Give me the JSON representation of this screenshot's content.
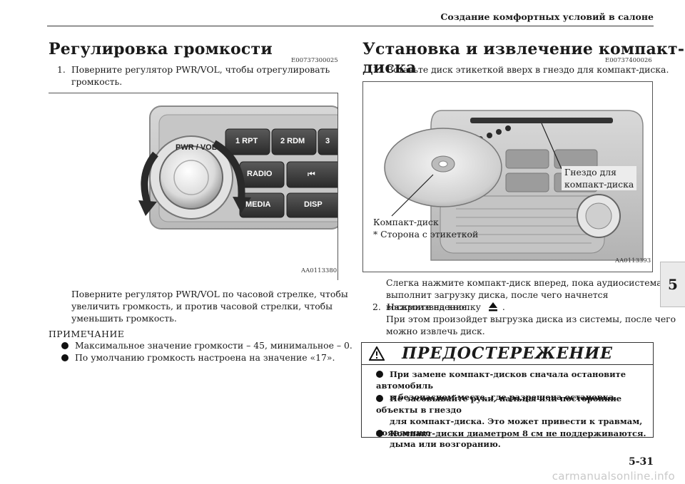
{
  "header": {
    "title": "Создание комфортных условий в салоне"
  },
  "left": {
    "heading": "Регулировка громкости",
    "code": "E00737300025",
    "step1_num": "1.",
    "step1_line1": "Поверните регулятор PWR/VOL, чтобы отрегулировать",
    "step1_line2": "громкость.",
    "figure": {
      "code": "AA0113380",
      "buttons": {
        "pwr_vol": "PWR / VOL",
        "rpt": "1 RPT",
        "rdm": "2 RDM",
        "three": "3",
        "radio": "RADIO",
        "media": "MEDIA",
        "disp": "DISP"
      }
    },
    "para_lines": [
      "Поверните регулятор PWR/VOL по часовой стрелке, чтобы",
      "увеличить громкость, и против часовой стрелки, чтобы",
      "уменьшить громкость."
    ],
    "note_title": "ПРИМЕЧАНИЕ",
    "notes": [
      "Максимальное значение громкости – 45, минимальное – 0.",
      "По умолчанию громкость настроена на значение «17»."
    ]
  },
  "right": {
    "heading": "Установка и извлечение компакт-диска",
    "code": "E00737400026",
    "step1_num": "1.",
    "step1": "Вставьте диск этикеткой вверх в гнездо для компакт-диска.",
    "figure": {
      "code": "AA0113393",
      "slot_label_1": "Гнездо для",
      "slot_label_2": "компакт-диска",
      "disc_label_1": "Компакт-диск",
      "disc_label_2": "* Сторона с этикеткой"
    },
    "para_lines": [
      "Слегка нажмите компакт-диск вперед, пока аудиосистема не",
      "выполнит загрузку диска, после чего начнется воспроизведение."
    ],
    "step2_num": "2.",
    "step2_pre": "Нажмите на кнопку",
    "step2_post": ".",
    "step2_lines": [
      "При этом произойдет выгрузка диска из системы, после чего",
      "можно извлечь диск."
    ],
    "warning": {
      "title": "ПРЕДОСТЕРЕЖЕНИЕ",
      "items": [
        [
          "При замене компакт-дисков сначала остановите автомобиль",
          "в безопасном месте, где разрешена остановка."
        ],
        [
          "Не засовывайте руки, пальцы или посторонние объекты в гнездо",
          "для компакт-диска. Это может привести к травмам, появлению",
          "дыма или возгоранию."
        ],
        [
          "Компакт-диски диаметром 8 см не поддерживаются."
        ]
      ]
    }
  },
  "tab": {
    "label": "5"
  },
  "page_number": "5-31",
  "watermark": "carmanualsonline.info"
}
